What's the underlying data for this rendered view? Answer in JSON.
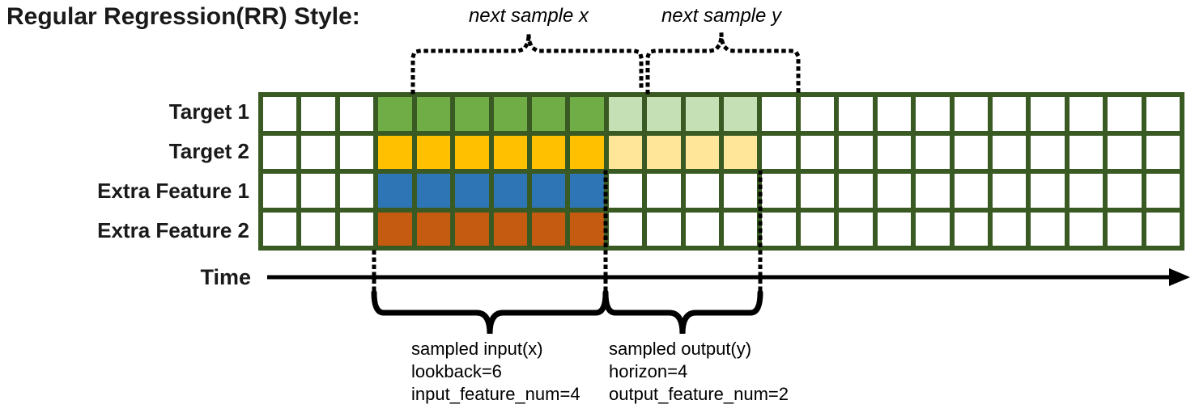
{
  "title": "Regular Regression(RR) Style:",
  "diagram": {
    "time_label": "Time",
    "next_sample_x_label": "next sample x",
    "next_sample_y_label": "next sample y",
    "rows": [
      {
        "label": "Target 1",
        "color": "#70AD47",
        "light_color": "#C5E0B4",
        "in_output": true
      },
      {
        "label": "Target 2",
        "color": "#FFC000",
        "light_color": "#FFE699",
        "in_output": true
      },
      {
        "label": "Extra Feature 1",
        "color": "#2E75B6",
        "light_color": "#FFFFFF",
        "in_output": false
      },
      {
        "label": "Extra Feature 2",
        "color": "#C55A11",
        "light_color": "#FFFFFF",
        "in_output": false
      }
    ],
    "total_cols": 24,
    "input_start_col": 4,
    "lookback": 6,
    "horizon": 4,
    "border_color": "#3A5A23",
    "cell_empty_color": "#FFFFFF",
    "input_annotation": [
      "sampled input(x)",
      "lookback=6",
      "input_feature_num=4"
    ],
    "output_annotation": [
      "sampled output(y)",
      "horizon=4",
      "output_feature_num=2"
    ]
  }
}
